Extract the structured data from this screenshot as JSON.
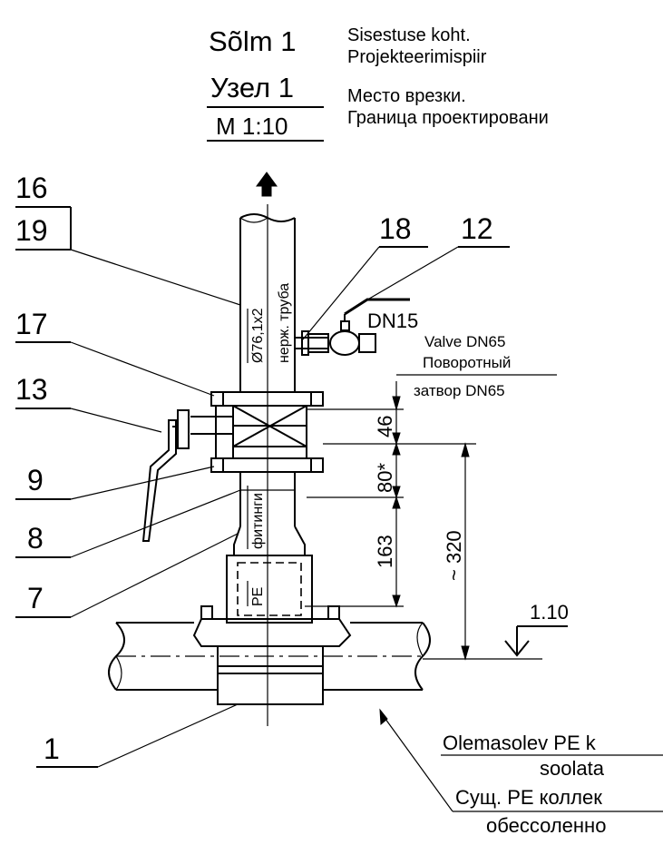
{
  "title": {
    "node_et": "Sõlm 1",
    "node_ru": "Узел 1",
    "scale": "M 1:10",
    "note_et_1": "Sisestuse koht.",
    "note_et_2": "Projekteerimispiir",
    "note_ru_1": "Место врезки.",
    "note_ru_2": "Граница проектировани"
  },
  "callouts": [
    "16",
    "19",
    "17",
    "13",
    "9",
    "8",
    "7",
    "1",
    "18",
    "12"
  ],
  "labels": {
    "pipe_dim": "Ø76,1x2",
    "pipe_material": "нерж. труба",
    "valve_small": "DN15",
    "valve_en": "Valve DN65",
    "valve_ru_1": "Поворотный",
    "valve_ru_2": "затвор DN65",
    "fittings_pe": "PE",
    "fittings_word": "фитинги",
    "level": "1.10",
    "existing_et_1": "Olemasolev PE k",
    "existing_et_2": "soolata",
    "existing_ru_1": "Сущ. PE коллек",
    "existing_ru_2": "обессоленно"
  },
  "dimensions": {
    "d1": "46",
    "d2": "80*",
    "d3": "163",
    "total": "~ 320"
  }
}
